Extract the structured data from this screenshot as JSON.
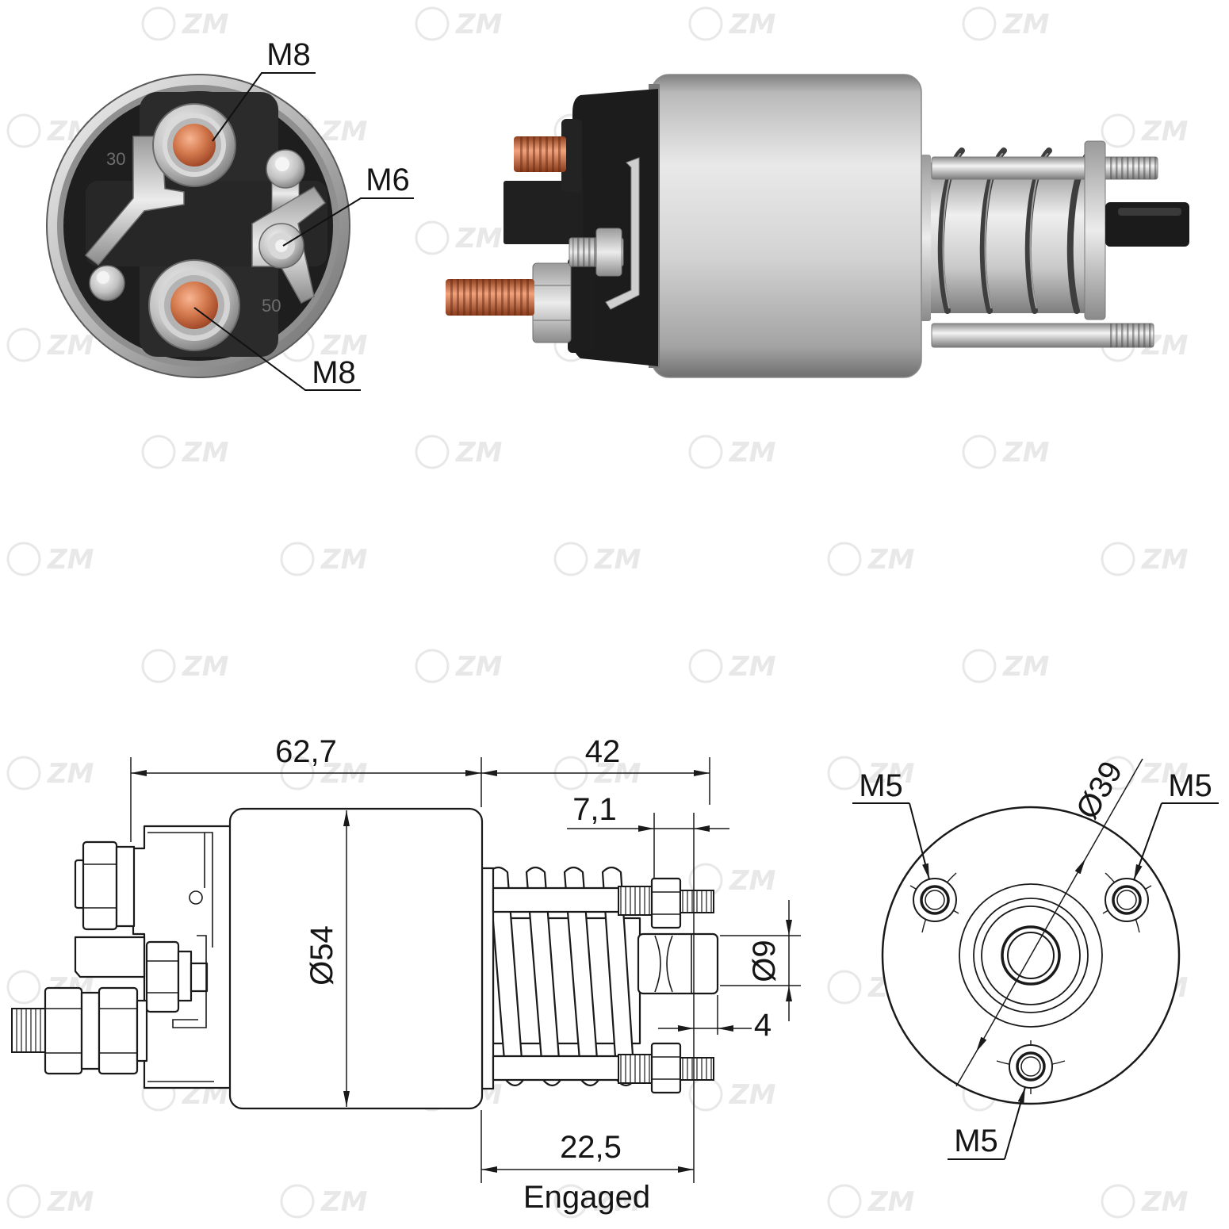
{
  "watermark": {
    "text": "ZM"
  },
  "end_photo": {
    "callouts": {
      "top_terminal": "M8",
      "control_terminal": "M6",
      "bottom_terminal": "M8"
    },
    "markings": {
      "terminal_30": "30",
      "terminal_50": "50"
    }
  },
  "side_drawing": {
    "overall_length": "62,7",
    "rear_length": "42",
    "stroke": "7,1",
    "body_diameter": "Ø54",
    "plunger_diameter": "Ø9",
    "plunger_gap": "4",
    "engaged_length": "22,5",
    "engaged_caption": "Engaged"
  },
  "end_drawing": {
    "hole_upper_left": "M5",
    "hole_upper_right": "M5",
    "hole_bottom": "M5",
    "bolt_circle_diameter": "Ø39"
  },
  "colors": {
    "copper": "#c8693f",
    "steel": "#c9c9c9",
    "body_black": "#1c1c1c",
    "line": "#1a1a1a",
    "watermark": "#e8e8e8"
  }
}
